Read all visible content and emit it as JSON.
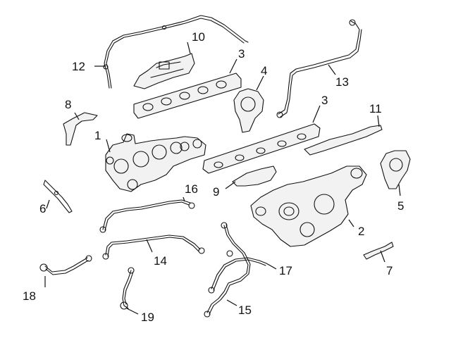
{
  "diagram": {
    "callouts": [
      {
        "id": "1",
        "label": "1"
      },
      {
        "id": "2",
        "label": "2"
      },
      {
        "id": "3a",
        "label": "3"
      },
      {
        "id": "3b",
        "label": "3"
      },
      {
        "id": "4",
        "label": "4"
      },
      {
        "id": "5",
        "label": "5"
      },
      {
        "id": "6",
        "label": "6"
      },
      {
        "id": "7",
        "label": "7"
      },
      {
        "id": "8",
        "label": "8"
      },
      {
        "id": "9",
        "label": "9"
      },
      {
        "id": "10",
        "label": "10"
      },
      {
        "id": "11",
        "label": "11"
      },
      {
        "id": "12",
        "label": "12"
      },
      {
        "id": "13",
        "label": "13"
      },
      {
        "id": "14",
        "label": "14"
      },
      {
        "id": "15",
        "label": "15"
      },
      {
        "id": "16",
        "label": "16"
      },
      {
        "id": "17",
        "label": "17"
      },
      {
        "id": "18",
        "label": "18"
      },
      {
        "id": "19",
        "label": "19"
      }
    ]
  }
}
